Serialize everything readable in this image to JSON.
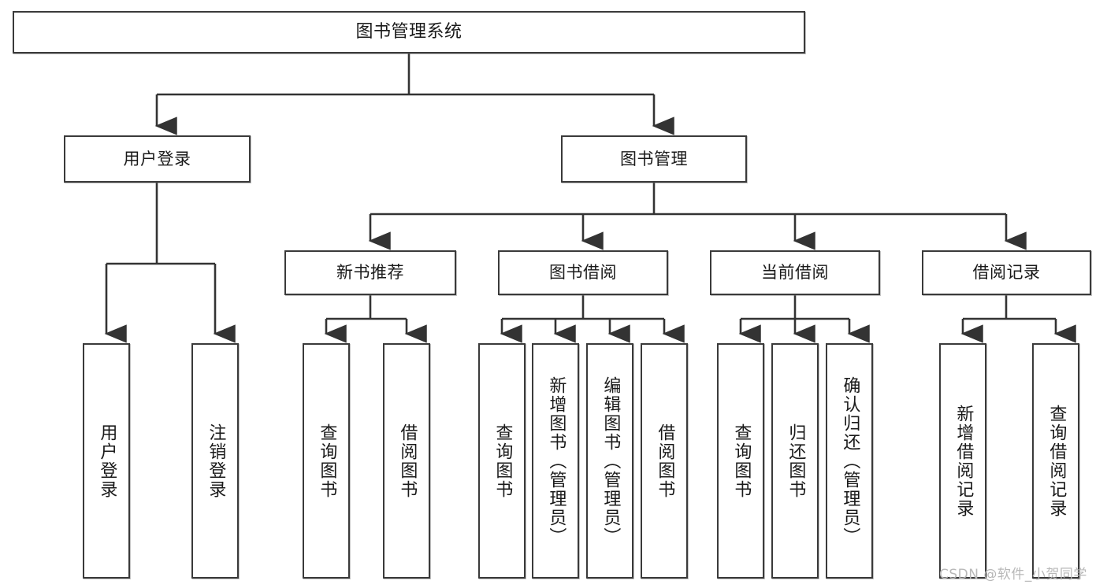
{
  "diagram": {
    "title": "图书管理系统",
    "type": "hierarchy-tree",
    "watermark": "CSDN @软件_小贺同学",
    "colors": {
      "box_border": "#3a3a3a",
      "box_fill": "#ffffff",
      "edge": "#333333",
      "text": "#1a1a1a",
      "watermark": "#b8b8b8"
    },
    "nodes": {
      "root": {
        "label": "图书管理系统",
        "level": 0
      },
      "user_login": {
        "label": "用户登录",
        "level": 1
      },
      "book_manage": {
        "label": "图书管理",
        "level": 1
      },
      "new_book_rec": {
        "label": "新书推荐",
        "level": 2
      },
      "book_borrow": {
        "label": "图书借阅",
        "level": 2
      },
      "current_borrow": {
        "label": "当前借阅",
        "level": 2
      },
      "borrow_record": {
        "label": "借阅记录",
        "level": 2
      },
      "leaf_user_login": {
        "label": "用户登录",
        "level": 3
      },
      "leaf_logout": {
        "label": "注销登录",
        "level": 3
      },
      "leaf_query_book_a": {
        "label": "查询图书",
        "level": 3
      },
      "leaf_borrow_book_a": {
        "label": "借阅图书",
        "level": 3
      },
      "leaf_query_book_b": {
        "label": "查询图书",
        "level": 3
      },
      "leaf_add_book": {
        "label": "新增图书（管理员）",
        "level": 3
      },
      "leaf_edit_book": {
        "label": "编辑图书（管理员）",
        "level": 3
      },
      "leaf_borrow_book_b": {
        "label": "借阅图书",
        "level": 3
      },
      "leaf_query_book_c": {
        "label": "查询图书",
        "level": 3
      },
      "leaf_return_book": {
        "label": "归还图书",
        "level": 3
      },
      "leaf_confirm_return": {
        "label": "确认归还（管理员）",
        "level": 3
      },
      "leaf_add_record": {
        "label": "新增借阅记录",
        "level": 3
      },
      "leaf_query_record": {
        "label": "查询借阅记录",
        "level": 3
      }
    },
    "edges": [
      {
        "from": "root",
        "to": "user_login"
      },
      {
        "from": "root",
        "to": "book_manage"
      },
      {
        "from": "user_login",
        "to": "leaf_user_login"
      },
      {
        "from": "user_login",
        "to": "leaf_logout"
      },
      {
        "from": "book_manage",
        "to": "new_book_rec"
      },
      {
        "from": "book_manage",
        "to": "book_borrow"
      },
      {
        "from": "book_manage",
        "to": "current_borrow"
      },
      {
        "from": "book_manage",
        "to": "borrow_record"
      },
      {
        "from": "new_book_rec",
        "to": "leaf_query_book_a"
      },
      {
        "from": "new_book_rec",
        "to": "leaf_borrow_book_a"
      },
      {
        "from": "book_borrow",
        "to": "leaf_query_book_b"
      },
      {
        "from": "book_borrow",
        "to": "leaf_add_book"
      },
      {
        "from": "book_borrow",
        "to": "leaf_edit_book"
      },
      {
        "from": "book_borrow",
        "to": "leaf_borrow_book_b"
      },
      {
        "from": "current_borrow",
        "to": "leaf_query_book_c"
      },
      {
        "from": "current_borrow",
        "to": "leaf_return_book"
      },
      {
        "from": "current_borrow",
        "to": "leaf_confirm_return"
      },
      {
        "from": "borrow_record",
        "to": "leaf_add_record"
      },
      {
        "from": "borrow_record",
        "to": "leaf_query_record"
      }
    ]
  }
}
